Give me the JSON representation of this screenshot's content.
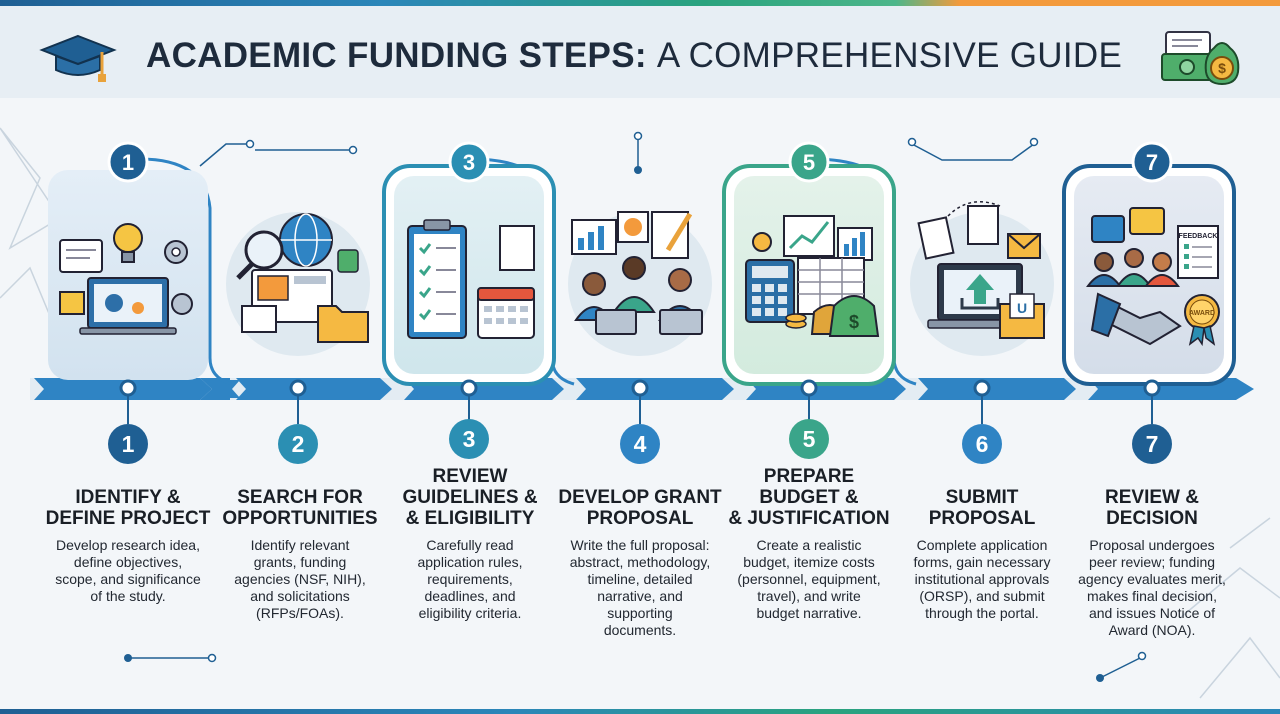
{
  "header": {
    "title_bold": "ACADEMIC FUNDING STEPS:",
    "title_rest": "A COMPREHENSIVE GUIDE"
  },
  "colors": {
    "navy": "#1f5f93",
    "teal": "#2b8fb3",
    "green": "#3aa58a",
    "arrow_blue": "#2f84c4"
  },
  "icons": [
    "graduation-cap-icon",
    "money-icon",
    "lightbulb-icon",
    "globe-magnifier-icon",
    "clipboard-checklist-icon",
    "team-laptop-icon",
    "calculator-money-icon",
    "upload-laptop-icon",
    "handshake-award-icon"
  ],
  "steps": [
    {
      "number": "1",
      "title_l1": "IDENTIFY &",
      "title_l2": "DEFINE PROJECT",
      "title_l3": "",
      "desc_l1": "Develop research idea,",
      "desc_l2": "define objectives,",
      "desc_l3": "scope, and significance",
      "desc_l4": "of the study.",
      "desc_l5": ""
    },
    {
      "number": "2",
      "title_l1": "SEARCH FOR",
      "title_l2": "OPPORTUNITIES",
      "title_l3": "",
      "desc_l1": "Identify relevant",
      "desc_l2": "grants, funding",
      "desc_l3": "agencies (NSF, NIH),",
      "desc_l4": "and solicitations",
      "desc_l5": "(RFPs/FOAs)."
    },
    {
      "number": "3",
      "title_l1": "REVIEW",
      "title_l2": "GUIDELINES &",
      "title_l3": "& ELIGIBILITY",
      "desc_l1": "Carefully read",
      "desc_l2": "application rules,",
      "desc_l3": "requirements,",
      "desc_l4": "deadlines, and",
      "desc_l5": "eligibility criteria."
    },
    {
      "number": "4",
      "title_l1": "DEVELOP GRANT",
      "title_l2": "PROPOSAL",
      "title_l3": "",
      "desc_l1": "Write the full proposal:",
      "desc_l2": "abstract, methodology,",
      "desc_l3": "timeline, detailed",
      "desc_l4": "narrative, and",
      "desc_l5": "supporting",
      "desc_l6": "documents."
    },
    {
      "number": "5",
      "title_l1": "PREPARE",
      "title_l2": "BUDGET &",
      "title_l3": "& JUSTIFICATION",
      "desc_l1": "Create a realistic",
      "desc_l2": "budget, itemize costs",
      "desc_l3": "(personnel, equipment,",
      "desc_l4": "travel), and write",
      "desc_l5": "budget narrative."
    },
    {
      "number": "6",
      "title_l1": "SUBMIT",
      "title_l2": "PROPOSAL",
      "title_l3": "",
      "desc_l1": "Complete application",
      "desc_l2": "forms, gain necessary",
      "desc_l3": "institutional approvals",
      "desc_l4": "(ORSP), and submit",
      "desc_l5": "through the portal."
    },
    {
      "number": "7",
      "title_l1": "REVIEW &",
      "title_l2": "DECISION",
      "title_l3": "",
      "desc_l1": "Proposal undergoes",
      "desc_l2": "peer review; funding",
      "desc_l3": "agency evaluates merit,",
      "desc_l4": "makes final decision,",
      "desc_l5": "and issues Notice of",
      "desc_l6": "Award (NOA)."
    }
  ],
  "icon_text": {
    "feedback": "FEEDBACK",
    "award": "AWARD",
    "u": "U",
    "dollar": "$"
  }
}
